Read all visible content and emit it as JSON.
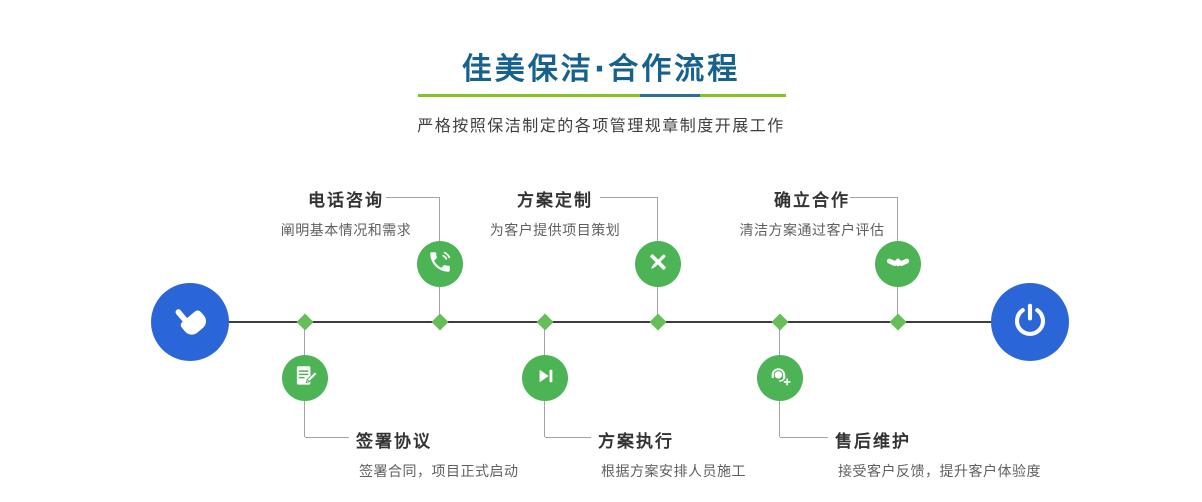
{
  "header": {
    "title": "佳美保洁·合作流程",
    "subtitle": "严格按照保洁制定的各项管理规章制度开展工作"
  },
  "timeline": {
    "start_icon": "pointing-hand-icon",
    "end_icon": "power-icon"
  },
  "steps_top": [
    {
      "title": "电话咨询",
      "desc": "阐明基本情况和需求",
      "icon": "phone-icon"
    },
    {
      "title": "方案定制",
      "desc": "为客户提供项目策划",
      "icon": "pencil-ruler-icon"
    },
    {
      "title": "确立合作",
      "desc": "清洁方案通过客户评估",
      "icon": "handshake-icon"
    }
  ],
  "steps_bottom": [
    {
      "title": "签署协议",
      "desc": "签署合同，项目正式启动",
      "icon": "document-sign-icon"
    },
    {
      "title": "方案执行",
      "desc": "根据方案安排人员施工",
      "icon": "play-next-icon"
    },
    {
      "title": "售后维护",
      "desc": "接受客户反馈，提升客户体验度",
      "icon": "headset-support-icon"
    }
  ],
  "colors": {
    "title_blue": "#17618f",
    "underline_green": "#85c226",
    "underline_blue": "#2e6e9e",
    "circle_green": "#4db456",
    "diamond_green": "#67bd5a",
    "node_blue": "#2b66d8",
    "timeline": "#3d3d3d",
    "connector": "#a5a5a5",
    "text_dark": "#333333",
    "text_gray": "#5f5f5f"
  }
}
